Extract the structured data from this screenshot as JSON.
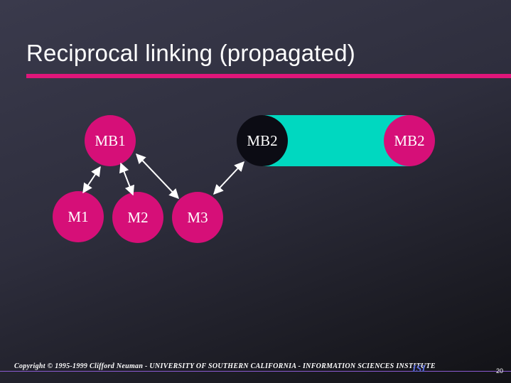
{
  "slide": {
    "title": "Reciprocal linking (propagated)",
    "page_number": "20"
  },
  "footer": {
    "copyright": "Copyright © 1995-1999 Clifford Neuman - UNIVERSITY OF SOUTHERN CALIFORNIA - INFORMATION SCIENCES INSTITUTE",
    "logo_text": "ISI"
  },
  "diagram": {
    "nodes": [
      {
        "id": "mb1",
        "label": "MB1"
      },
      {
        "id": "mb2-left",
        "label": "MB2"
      },
      {
        "id": "mb2-right",
        "label": "MB2"
      },
      {
        "id": "m1",
        "label": "M1"
      },
      {
        "id": "m2",
        "label": "M2"
      },
      {
        "id": "m3",
        "label": "M3"
      }
    ],
    "links": [
      {
        "from": "MB1",
        "to": "M1",
        "type": "bidirectional"
      },
      {
        "from": "MB1",
        "to": "M2",
        "type": "bidirectional"
      },
      {
        "from": "MB1",
        "to": "M3",
        "type": "bidirectional"
      },
      {
        "from": "MB2",
        "to": "M3",
        "type": "bidirectional"
      }
    ],
    "colors": {
      "node": "#d60f78",
      "node_dark": "#0c0c14",
      "cylinder": "#00d8c0",
      "arrow": "#ffffff",
      "accent": "#e0167a"
    }
  }
}
